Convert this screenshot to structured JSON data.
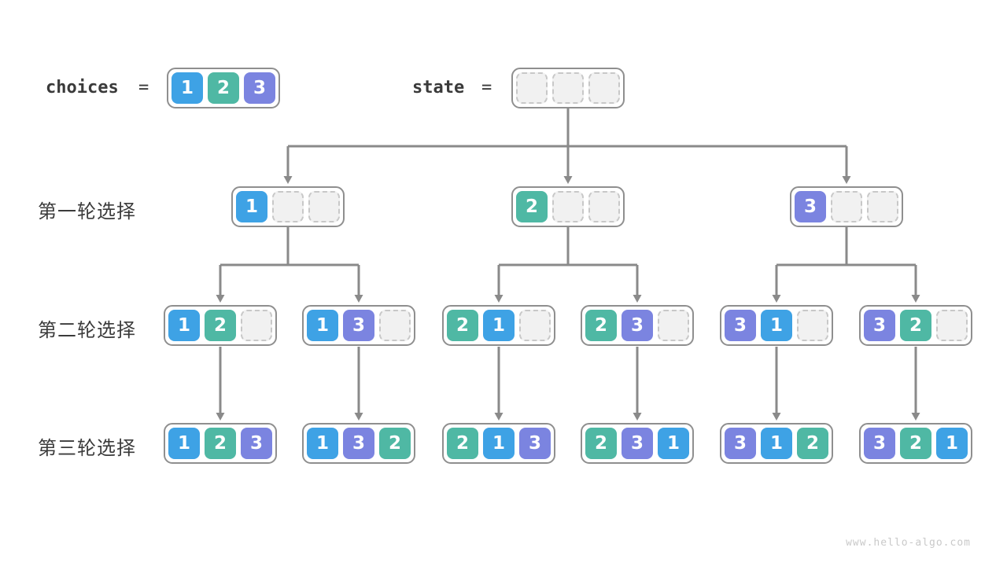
{
  "top": {
    "choices": {
      "label": "choices",
      "equals": "=",
      "cells": [
        "1",
        "2",
        "3"
      ]
    },
    "state": {
      "label": "state",
      "equals": "=",
      "cells": [
        null,
        null,
        null
      ]
    }
  },
  "rows": [
    {
      "label": "第一轮选择",
      "containers": [
        [
          "1",
          null,
          null
        ],
        [
          "2",
          null,
          null
        ],
        [
          "3",
          null,
          null
        ]
      ]
    },
    {
      "label": "第二轮选择",
      "containers": [
        [
          "1",
          "2",
          null
        ],
        [
          "1",
          "3",
          null
        ],
        [
          "2",
          "1",
          null
        ],
        [
          "2",
          "3",
          null
        ],
        [
          "3",
          "1",
          null
        ],
        [
          "3",
          "2",
          null
        ]
      ]
    },
    {
      "label": "第三轮选择",
      "containers": [
        [
          "1",
          "2",
          "3"
        ],
        [
          "1",
          "3",
          "2"
        ],
        [
          "2",
          "1",
          "3"
        ],
        [
          "2",
          "3",
          "1"
        ],
        [
          "3",
          "1",
          "2"
        ],
        [
          "3",
          "2",
          "1"
        ]
      ]
    }
  ],
  "colors": {
    "1": "#3ea2e5",
    "2": "#4fb8a4",
    "3": "#7b84e0",
    "arrow": "#8a8a8a",
    "container_border": "#8f8f8f",
    "empty_fill": "#f1f1f1",
    "empty_border": "#c8c8c8"
  },
  "watermark": "www.hello-algo.com"
}
